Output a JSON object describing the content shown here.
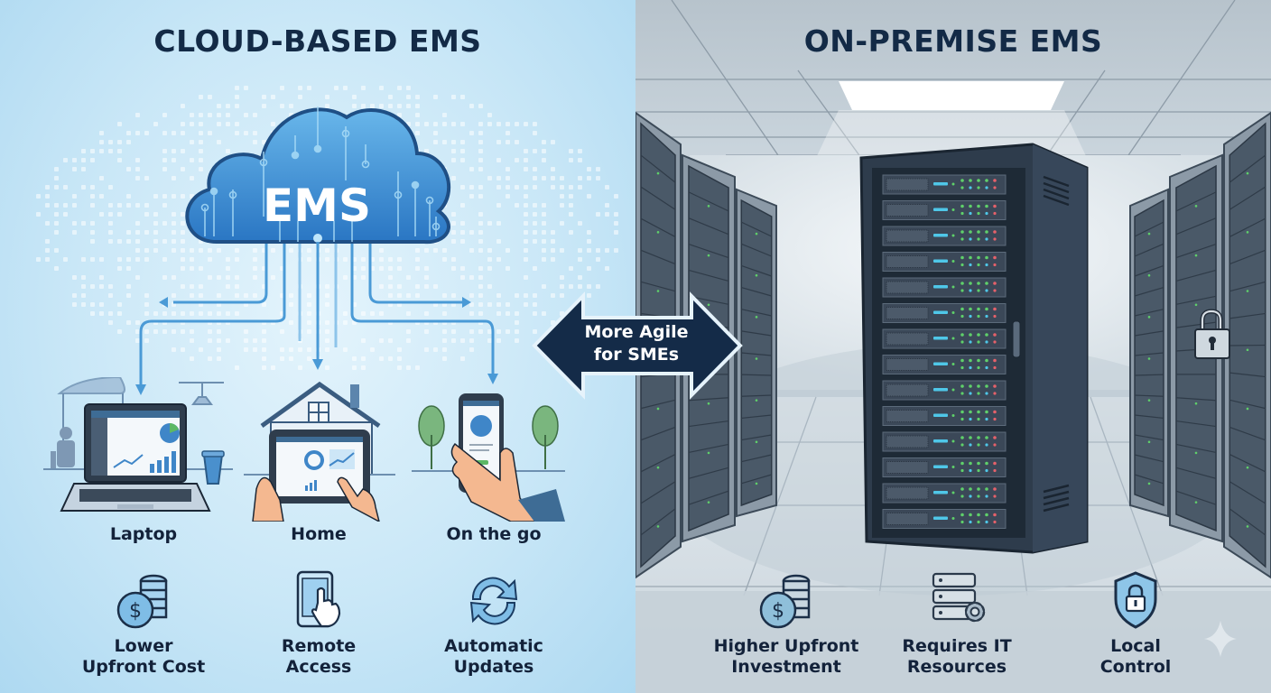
{
  "left": {
    "title": "CLOUD-BASED EMS",
    "cloud_label": "EMS",
    "access_points": [
      {
        "label": "Laptop",
        "icon": "laptop-cafe-icon"
      },
      {
        "label": "Home",
        "icon": "house-tablet-icon"
      },
      {
        "label": "On the go",
        "icon": "smartphone-hand-icon"
      }
    ],
    "benefits": [
      {
        "line1": "Lower",
        "line2": "Upfront Cost",
        "icon": "coins-dollar-icon"
      },
      {
        "line1": "Remote",
        "line2": "Access",
        "icon": "tablet-touch-icon"
      },
      {
        "line1": "Automatic",
        "line2": "Updates",
        "icon": "refresh-arrows-icon"
      }
    ]
  },
  "right": {
    "title": "ON-PREMISE EMS",
    "features": [
      {
        "line1": "Higher Upfront",
        "line2": "Investment",
        "icon": "coins-dollar-icon"
      },
      {
        "line1": "Requires IT",
        "line2": "Resources",
        "icon": "server-gear-icon"
      },
      {
        "line1": "Local",
        "line2": "Control",
        "icon": "shield-lock-icon"
      }
    ]
  },
  "center_arrow": {
    "line1": "More Agile",
    "line2": "for SMEs"
  },
  "colors": {
    "navy": "#13294a",
    "cloud_blue": "#3b8fd4",
    "accent_blue": "#4a9ad6",
    "icon_fill": "#8fc6ea",
    "server_dark": "#2f3d4d",
    "led_green": "#5fd06a",
    "led_red": "#e5616a",
    "led_cyan": "#4fc7e8"
  }
}
